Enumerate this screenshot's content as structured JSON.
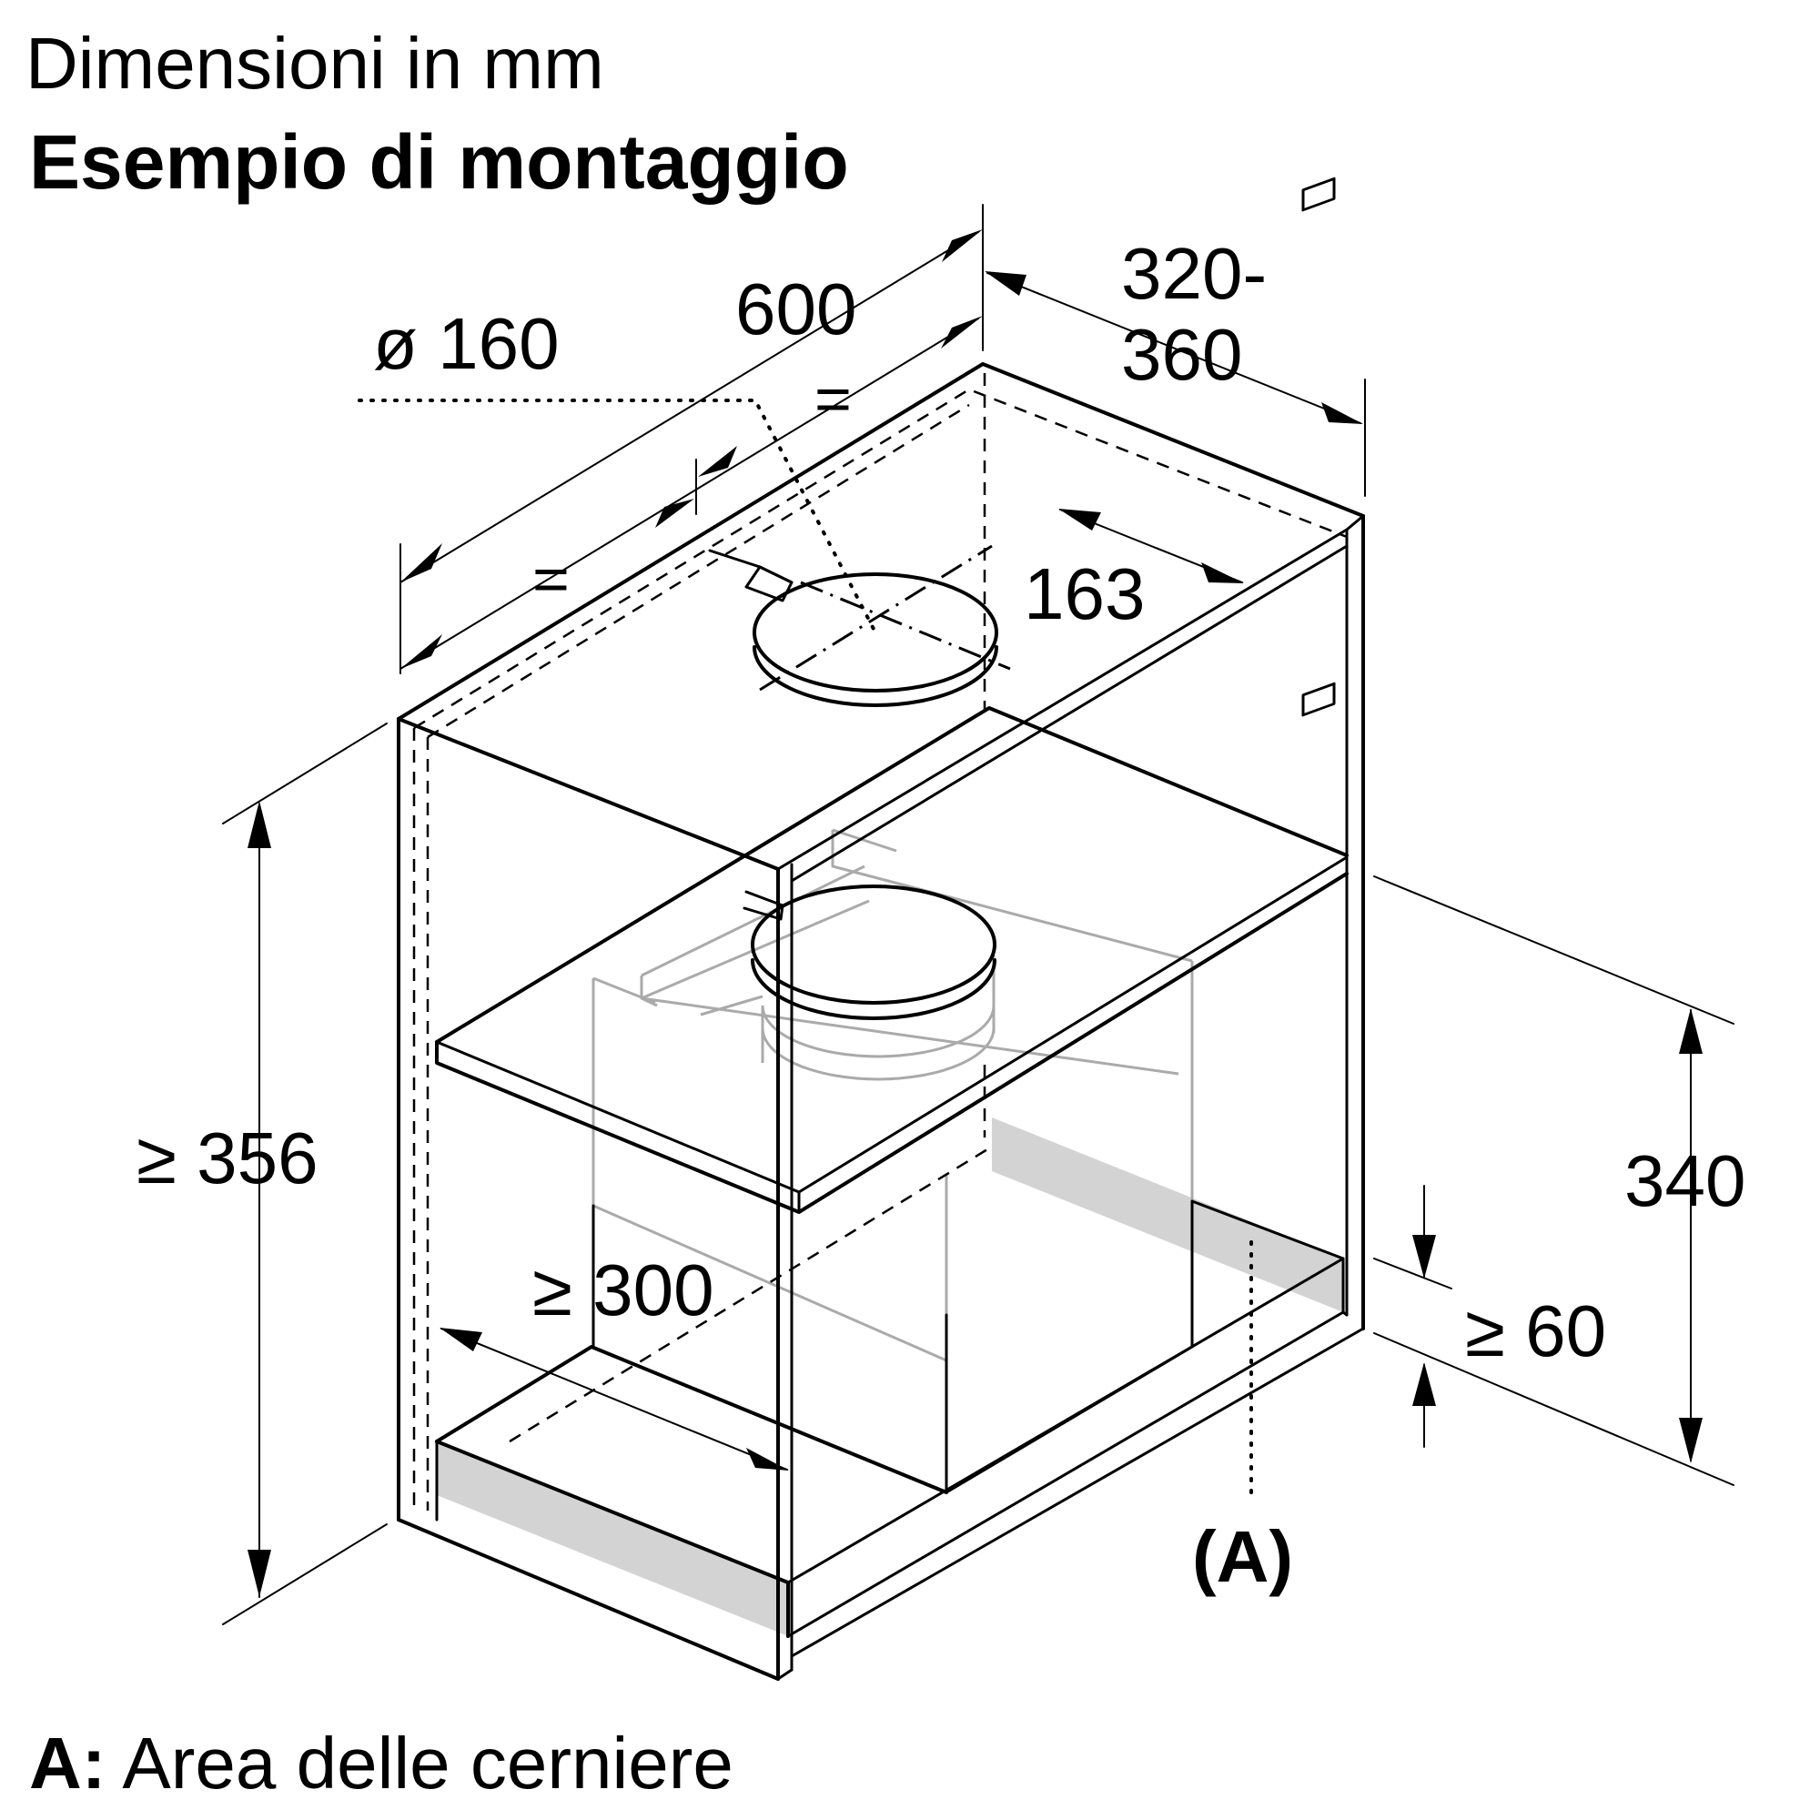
{
  "header": {
    "line1": "Dimensioni in mm",
    "line2": "Esempio di montaggio"
  },
  "dimensions": {
    "diameter": "ø 160",
    "width": "600",
    "equal_left": "=",
    "equal_right": "=",
    "depth_line1": "320-",
    "depth_line2": "360",
    "offset": "163",
    "cabinet_height": "≥ 356",
    "inner_depth": "≥ 300",
    "hood_height": "340",
    "bottom_gap": "≥ 60"
  },
  "callout": {
    "marker": "(A)"
  },
  "legend": {
    "key": "A:",
    "text": "Area delle cerniere"
  },
  "colors": {
    "line": "#000000",
    "hinge_area": "#d3d3d3",
    "hidden_parts": "#aaaaaa"
  }
}
